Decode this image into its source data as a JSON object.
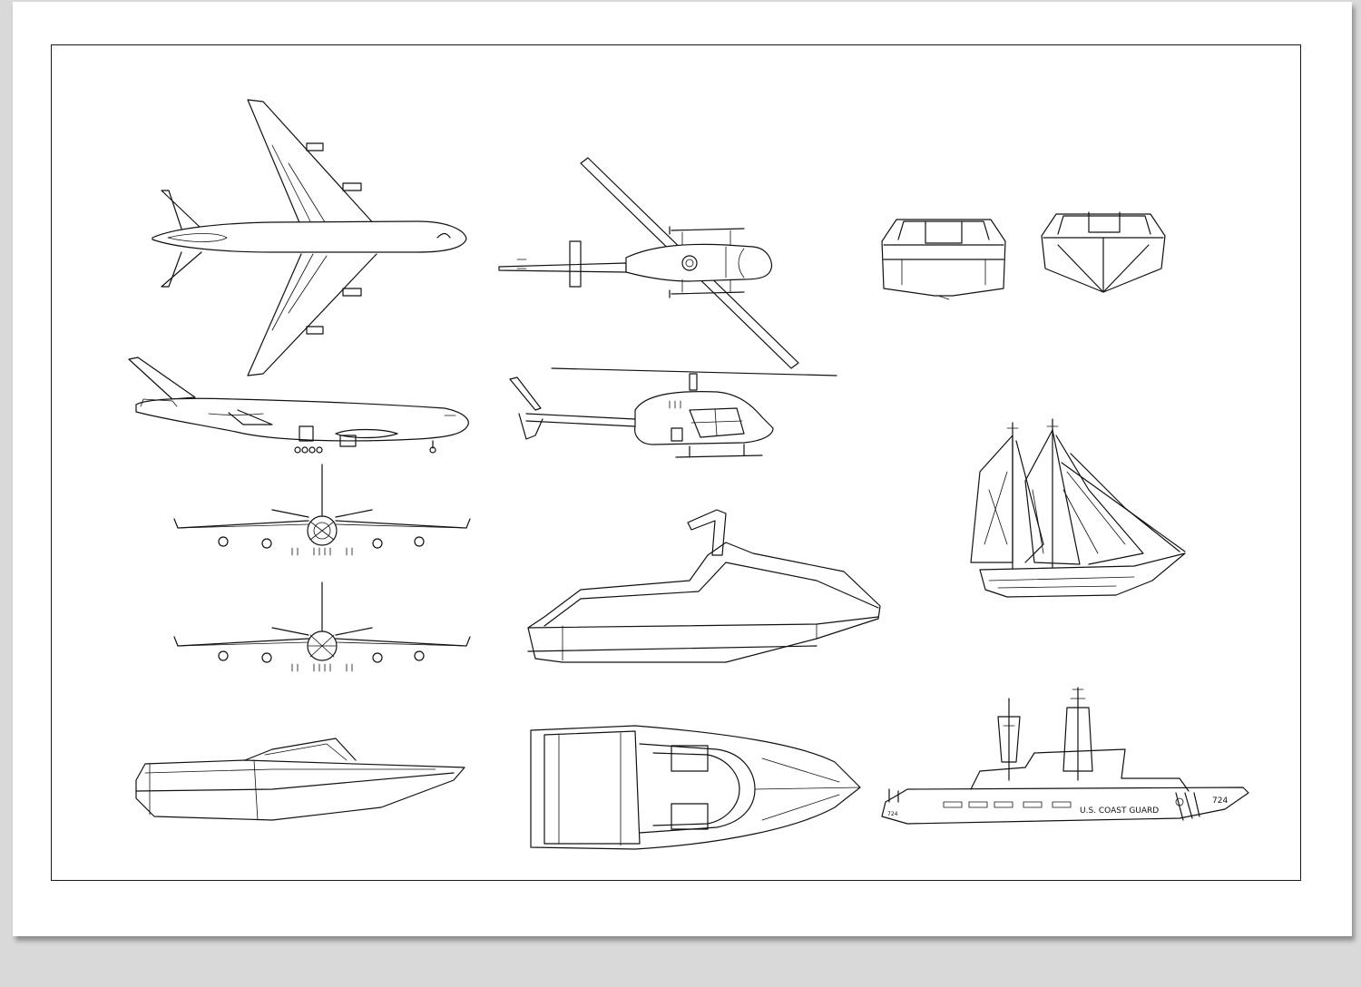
{
  "sheet": {
    "background": "#ffffff",
    "desktop": "#d9d9d9",
    "line_color": "#111111"
  },
  "labels": {
    "coast_guard_name": "U.S. COAST GUARD",
    "coast_guard_hull_number": "724",
    "coast_guard_bow_number": "724"
  },
  "drawings": [
    "airliner-top-view",
    "airliner-side-view",
    "airliner-front-view",
    "airliner-rear-view",
    "helicopter-top-view",
    "helicopter-side-view",
    "jet-ski-side-view",
    "speedboat-side-view",
    "speedboat-top-view",
    "boat-rear-view",
    "boat-front-view",
    "sailing-ship",
    "coast-guard-cutter"
  ]
}
